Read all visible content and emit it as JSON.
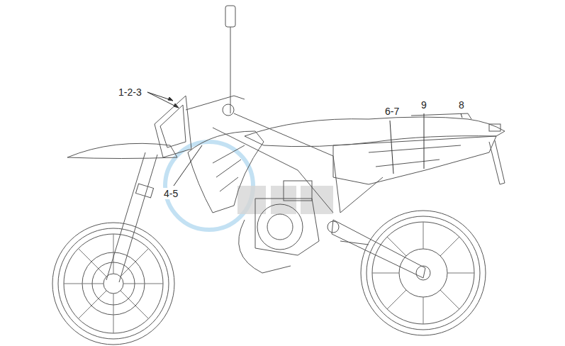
{
  "diagram": {
    "labels": [
      "1-2-3",
      "4-5",
      "6-7",
      "9",
      "8"
    ]
  }
}
